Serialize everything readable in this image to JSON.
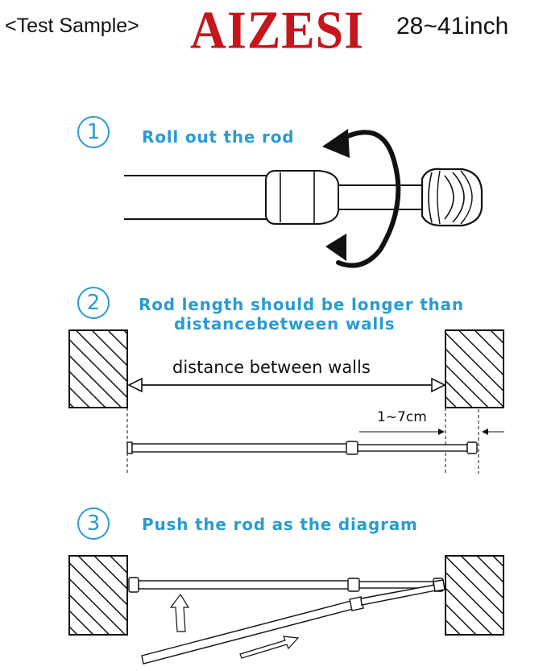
{
  "header": {
    "left": "<Test Sample>",
    "brand": "AIZESI",
    "right": "28~41inch"
  },
  "steps": [
    {
      "number": "1",
      "text": "Roll out the rod"
    },
    {
      "number": "2",
      "text_line1": "Rod length should be longer than",
      "text_line2": "distancebetween walls"
    },
    {
      "number": "3",
      "text": "Push the rod as the diagram"
    }
  ],
  "diagram": {
    "distance_label": "distance between walls",
    "gap_label": "1~7cm"
  },
  "colors": {
    "brand": "#c4161c",
    "accent": "#2a9bd2",
    "ink": "#111111"
  }
}
